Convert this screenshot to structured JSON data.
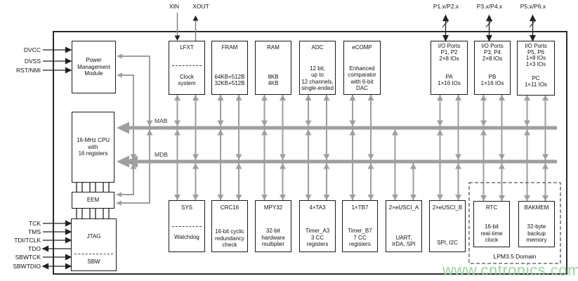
{
  "pins": {
    "top": [
      "XIN",
      "XOUT"
    ],
    "ports": [
      "P1.x/P2.x",
      "P3.x/P4.x",
      "P5.x/P6.x"
    ],
    "left_top": [
      "DVCC",
      "DVSS",
      "RST/NMI"
    ],
    "left_bottom": [
      "TCK",
      "TMS",
      "TDI/TCLK",
      "TDO",
      "SBWTCK",
      "SBWTDIO"
    ]
  },
  "buses": {
    "address": "MAB",
    "data": "MDB"
  },
  "blocks": {
    "pmm": {
      "body": "Power\nManagement\nModule"
    },
    "cpu": {
      "body": "16-MHz CPU\nwith\n16 registers"
    },
    "eem": {
      "title": "EEM"
    },
    "jtag": {
      "title": "JTAG",
      "sub": "SBW"
    },
    "lfxt": {
      "title": "LFXT",
      "body": "Clock\nsystem"
    },
    "fram": {
      "title": "FRAM",
      "body": "64KB+512B\n32KB+512B"
    },
    "ram": {
      "title": "RAM",
      "body": "8KB\n4KB"
    },
    "adc": {
      "title": "ADC",
      "body": "12 bit,\nup to\n12 channels,\nsingle-ended"
    },
    "ecomp": {
      "title": "eCOMP",
      "body": "Enhanced\ncomparator\nwith 6-bit\nDAC"
    },
    "io12": {
      "title": "I/O Ports\nP1, P2\n2×8 IOs",
      "body": "PA\n1×16 IOs"
    },
    "io34": {
      "title": "I/O Ports\nP3, P4\n2×8 IOs",
      "body": "PB\n1×16 IOs"
    },
    "io56": {
      "title": "I/O Ports\nP5, P6\n1×8 IOs\n1×3 IOs",
      "body": "PC\n1×11 IOs"
    },
    "sys": {
      "title": "SYS",
      "body": "Watchdog"
    },
    "crc": {
      "title": "CRC16",
      "body": "16-bit cyclic\nredundancy\ncheck"
    },
    "mpy": {
      "title": "MPY32",
      "body": "32-bit\nhardware\nmultiplier"
    },
    "ta3": {
      "title": "4×TA3",
      "body": "Timer_A3\n3 CC\nregisters"
    },
    "tb7": {
      "title": "1×TB7",
      "body": "Timer_B7\n7 CC\nregisters"
    },
    "uscia": {
      "title": "2×eUSCI_A",
      "body": "UART,\nIrDA, SPI"
    },
    "uscib": {
      "title": "2×eUSCI_B",
      "body": "SPI, I2C"
    },
    "rtc": {
      "title": "RTC",
      "body": "16-bit\nreal-time\nclock"
    },
    "bakmem": {
      "title": "BAKMEM",
      "body": "32-byte\nbackup\nmemory"
    }
  },
  "lpm_domain": {
    "label": "LPM3.5 Domain"
  },
  "watermark": {
    "text": "www.cntronics.com",
    "color": "#93cf9d"
  },
  "colors": {
    "bus_gray": "#9e9e9e",
    "line_black": "#222222"
  }
}
